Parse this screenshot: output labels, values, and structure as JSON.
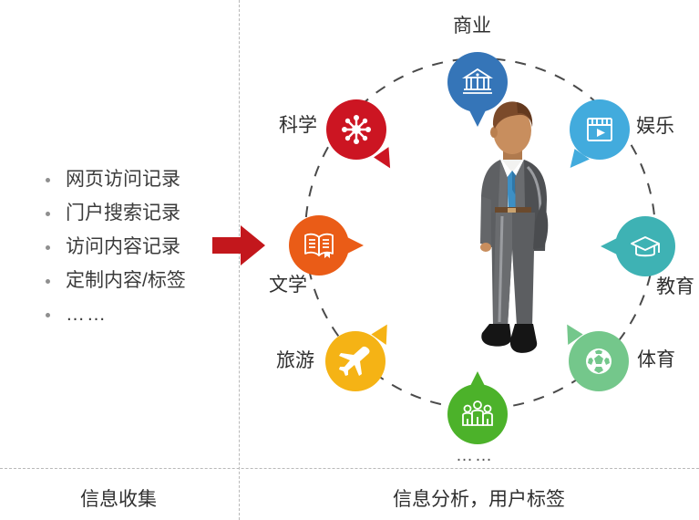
{
  "left_panel": {
    "caption": "信息收集",
    "bullets": [
      "网页访问记录",
      "门户搜索记录",
      "访问内容记录",
      "定制内容/标签",
      "……"
    ]
  },
  "arrow": {
    "name": "flow-arrow",
    "direction": "right",
    "color": "#c3171c"
  },
  "right_panel": {
    "caption": "信息分析，用户标签",
    "center_figure": {
      "name": "businessman-illustration",
      "hair_color": "#7b4a2a",
      "skin_color": "#c88e5e",
      "suit_color": "#58595b",
      "tie_color": "#3d8fc4",
      "shoe_color": "#1a1a1a"
    },
    "bottom_dots": "……",
    "nodes": [
      {
        "label": "商业",
        "icon": "bank-icon",
        "color": "#3575b8"
      },
      {
        "label": "娱乐",
        "icon": "video-player-icon",
        "color": "#42abdd"
      },
      {
        "label": "教育",
        "icon": "graduation-cap-icon",
        "color": "#3eb2b4"
      },
      {
        "label": "体育",
        "icon": "soccer-ball-icon",
        "color": "#74c78b"
      },
      {
        "label": "",
        "icon": "people-group-icon",
        "color": "#4cb22a"
      },
      {
        "label": "旅游",
        "icon": "airplane-icon",
        "color": "#f5b315"
      },
      {
        "label": "文学",
        "icon": "open-book-icon",
        "color": "#ea5c17"
      },
      {
        "label": "科学",
        "icon": "molecule-icon",
        "color": "#cc1522"
      }
    ]
  },
  "style": {
    "divider_color": "#b9b9b9",
    "background": "#ffffff",
    "text_color": "#2f2f2f"
  }
}
